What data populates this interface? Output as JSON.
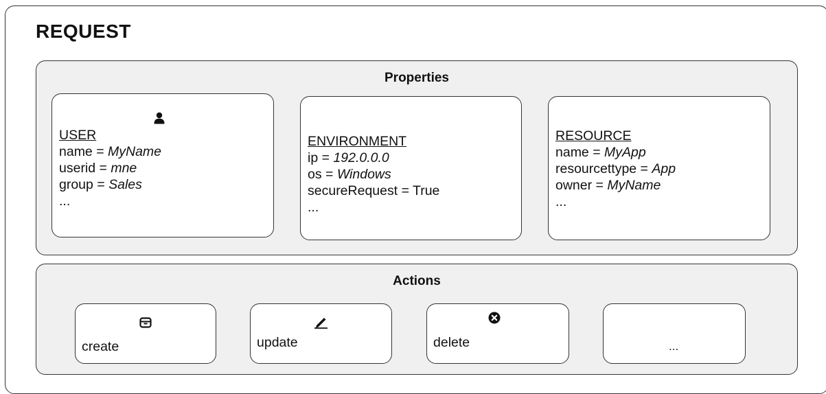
{
  "title": "REQUEST",
  "properties": {
    "title": "Properties",
    "user": {
      "heading": "USER",
      "icon": "user-icon",
      "rows": [
        {
          "key": "name = ",
          "value": "MyName"
        },
        {
          "key": "userid = ",
          "value": "mne"
        },
        {
          "key": "group = ",
          "value": "Sales"
        }
      ],
      "more": "..."
    },
    "environment": {
      "heading": "ENVIRONMENT",
      "rows": [
        {
          "key": "ip = ",
          "value": "192.0.0.0"
        },
        {
          "key": "os = ",
          "value": "Windows"
        },
        {
          "key": "secureRequest = True",
          "value": ""
        }
      ],
      "more": "..."
    },
    "resource": {
      "heading": "RESOURCE",
      "rows": [
        {
          "key": "name = ",
          "value": "MyApp"
        },
        {
          "key": "resourcettype = ",
          "value": "App"
        },
        {
          "key": "owner = ",
          "value": "MyName"
        }
      ],
      "more": "..."
    }
  },
  "actions": {
    "title": "Actions",
    "items": [
      {
        "label": "create",
        "icon": "archive-box-icon"
      },
      {
        "label": "update",
        "icon": "pencil-icon"
      },
      {
        "label": "delete",
        "icon": "circle-x-icon"
      },
      {
        "label": "...",
        "icon": ""
      }
    ]
  }
}
